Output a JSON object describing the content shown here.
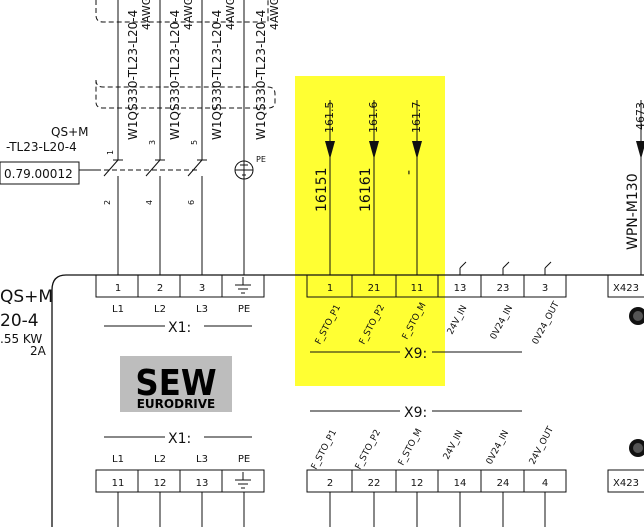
{
  "colors": {
    "highlight": "#ffff33",
    "ink": "#111111",
    "logo_bg": "#bdbdbd"
  },
  "cables": [
    "W1QS330-TL23-L20-4",
    "W1QS330-TL23-L20-4",
    "W1QS330-TL23-L20-4",
    "W1QS330-TL23-L20-4"
  ],
  "awg": [
    "4AWG",
    "4AWG",
    "4AWG",
    "4AWG"
  ],
  "left_device": {
    "label": "QS+M",
    "part": "-TL23-L20-4",
    "value": "0.79.00012",
    "contacts": [
      "1",
      "2",
      "3",
      "4",
      "5",
      "6"
    ]
  },
  "pe_label": "PE",
  "refs": [
    "161.5",
    "161.6",
    "161.7"
  ],
  "wires": [
    "16151",
    "16161",
    "-"
  ],
  "right_ref": "4673",
  "right_wire": "WPN-M130",
  "motor": {
    "label": "QS+M",
    "part": "20-4",
    "power": ".55 KW",
    "current": "2A"
  },
  "x1_top": {
    "terminals": [
      "1",
      "2",
      "3",
      ""
    ],
    "labels": [
      "L1",
      "L2",
      "L3",
      "PE"
    ],
    "name": "X1:"
  },
  "x9_top": {
    "terminals": [
      "1",
      "21",
      "11",
      "13",
      "23",
      "3"
    ],
    "signals": [
      "F_STO_P1",
      "F_STO_P2",
      "F_STO_M",
      "24V_IN",
      "0V24_IN",
      "0V24_OUT"
    ],
    "name": "X9:"
  },
  "x9_bottom": {
    "name": "X9:",
    "signals": [
      "F_STO_P1",
      "F_STO_P2",
      "F_STO_M",
      "24V_IN",
      "0V24_IN",
      "24V_OUT"
    ],
    "terminals": [
      "2",
      "22",
      "12",
      "14",
      "24",
      "4"
    ]
  },
  "x1_bottom": {
    "name": "X1:",
    "labels": [
      "L1",
      "L2",
      "L3",
      "PE"
    ],
    "terminals": [
      "11",
      "12",
      "13",
      ""
    ]
  },
  "x423": [
    "X423",
    "X423"
  ],
  "logo": {
    "top": "SEW",
    "bottom": "EURODRIVE"
  }
}
